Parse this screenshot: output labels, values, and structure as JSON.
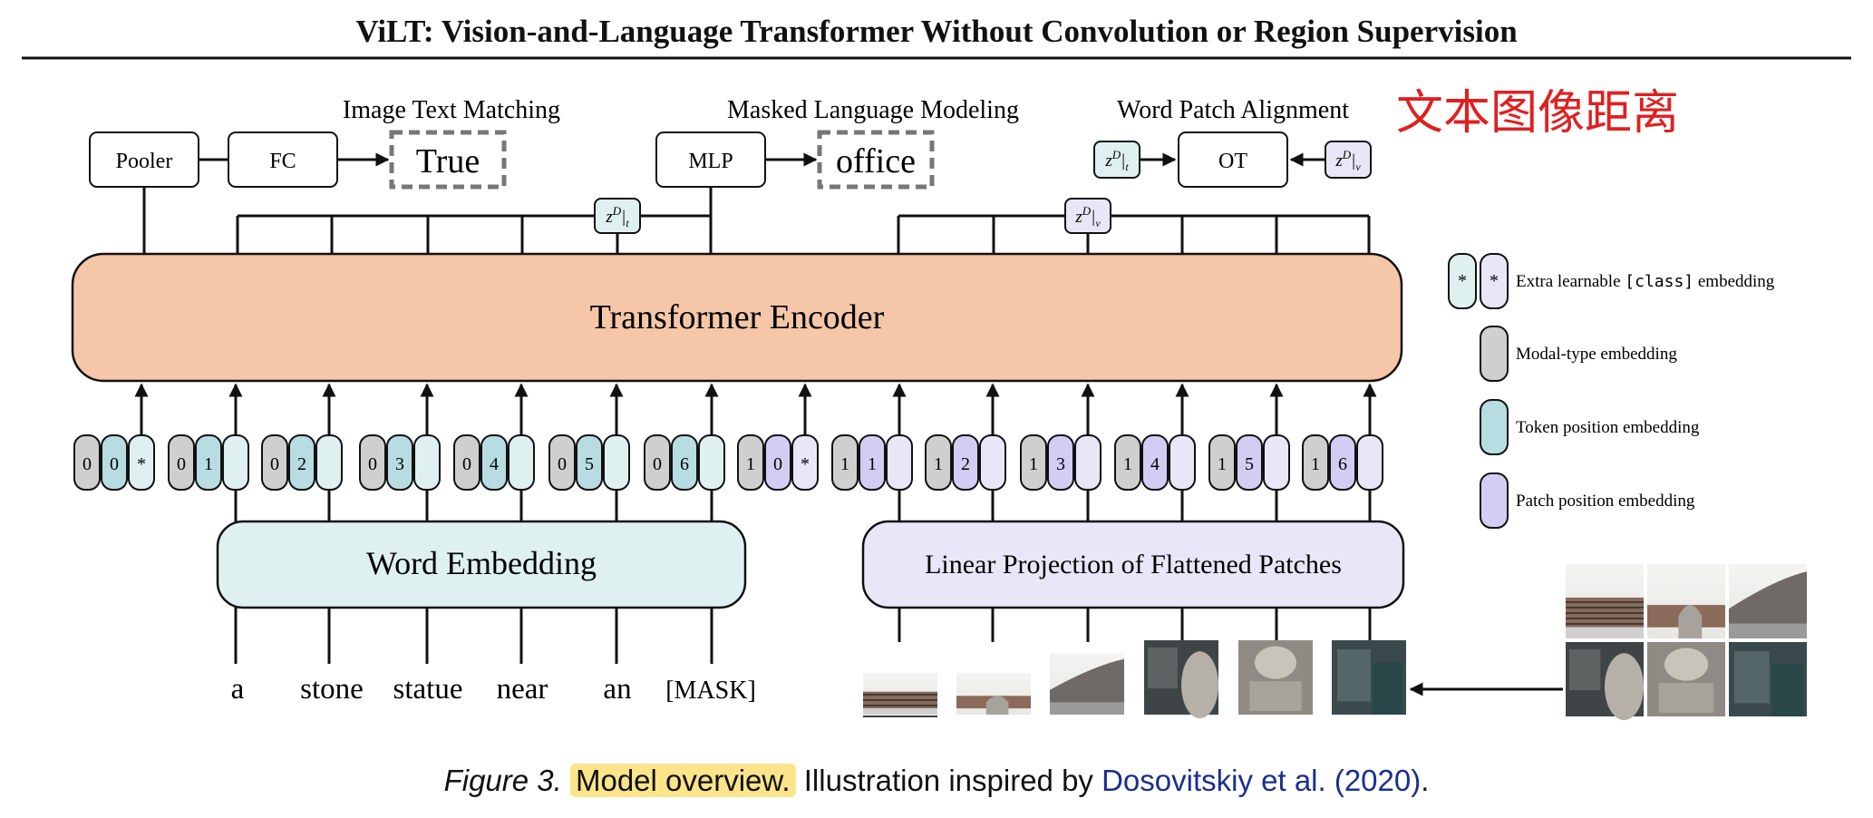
{
  "header": {
    "title": "ViLT: Vision-and-Language Transformer Without Convolution or Region Supervision"
  },
  "heads": {
    "itm": {
      "title": "Image Text Matching",
      "pooler": "Pooler",
      "fc": "FC",
      "output": "True"
    },
    "mlm": {
      "title": "Masked Language Modeling",
      "mlp": "MLP",
      "output": "office"
    },
    "wpa": {
      "title": "Word Patch Alignment",
      "ot": "OT"
    }
  },
  "chinese_annotation": "文本图像距离",
  "zd_labels": {
    "text": "z^D|_t",
    "visual": "z^D|_v"
  },
  "encoder": {
    "label": "Transformer Encoder"
  },
  "word_embedding": {
    "label": "Word Embedding"
  },
  "linear_projection": {
    "label": "Linear Projection of Flattened Patches"
  },
  "text_tokens": [
    "a",
    "stone",
    "statue",
    "near",
    "an",
    "[MASK]"
  ],
  "embedding_groups": [
    {
      "modal": "0",
      "pos": "0",
      "last": "*",
      "type": "text"
    },
    {
      "modal": "0",
      "pos": "1",
      "last": "",
      "type": "text"
    },
    {
      "modal": "0",
      "pos": "2",
      "last": "",
      "type": "text"
    },
    {
      "modal": "0",
      "pos": "3",
      "last": "",
      "type": "text"
    },
    {
      "modal": "0",
      "pos": "4",
      "last": "",
      "type": "text"
    },
    {
      "modal": "0",
      "pos": "5",
      "last": "",
      "type": "text"
    },
    {
      "modal": "0",
      "pos": "6",
      "last": "",
      "type": "text"
    },
    {
      "modal": "1",
      "pos": "0",
      "last": "*",
      "type": "image"
    },
    {
      "modal": "1",
      "pos": "1",
      "last": "",
      "type": "image"
    },
    {
      "modal": "1",
      "pos": "2",
      "last": "",
      "type": "image"
    },
    {
      "modal": "1",
      "pos": "3",
      "last": "",
      "type": "image"
    },
    {
      "modal": "1",
      "pos": "4",
      "last": "",
      "type": "image"
    },
    {
      "modal": "1",
      "pos": "5",
      "last": "",
      "type": "image"
    },
    {
      "modal": "1",
      "pos": "6",
      "last": "",
      "type": "image"
    }
  ],
  "legend": {
    "items": [
      {
        "symbol": "*",
        "prefix": "Extra learnable ",
        "code": "[class]",
        "suffix": " embedding"
      },
      {
        "symbol": "",
        "prefix": "Modal-type embedding",
        "code": "",
        "suffix": ""
      },
      {
        "symbol": "",
        "prefix": "Token position embedding",
        "code": "",
        "suffix": ""
      },
      {
        "symbol": "",
        "prefix": "Patch position embedding",
        "code": "",
        "suffix": ""
      }
    ]
  },
  "caption": {
    "figure": "Figure 3.",
    "highlight": "Model overview.",
    "text": " Illustration inspired by ",
    "cite": "Dosovitskiy et al. (2020)",
    "end": "."
  },
  "colors": {
    "encoder_fill": "#f5c6a8",
    "word_embedding_fill": "#dff0f1",
    "projection_fill": "#e9e6f7",
    "modal_fill": "#cfcfcf",
    "token_pos_fill": "#b7dce1",
    "patch_pos_fill": "#d4cdf3",
    "class_text_fill": "#dff0f1",
    "class_image_fill": "#e9e6f7",
    "chinese_text": "#e02020",
    "highlight": "#fbe48a",
    "citation": "#1a2f8f"
  }
}
